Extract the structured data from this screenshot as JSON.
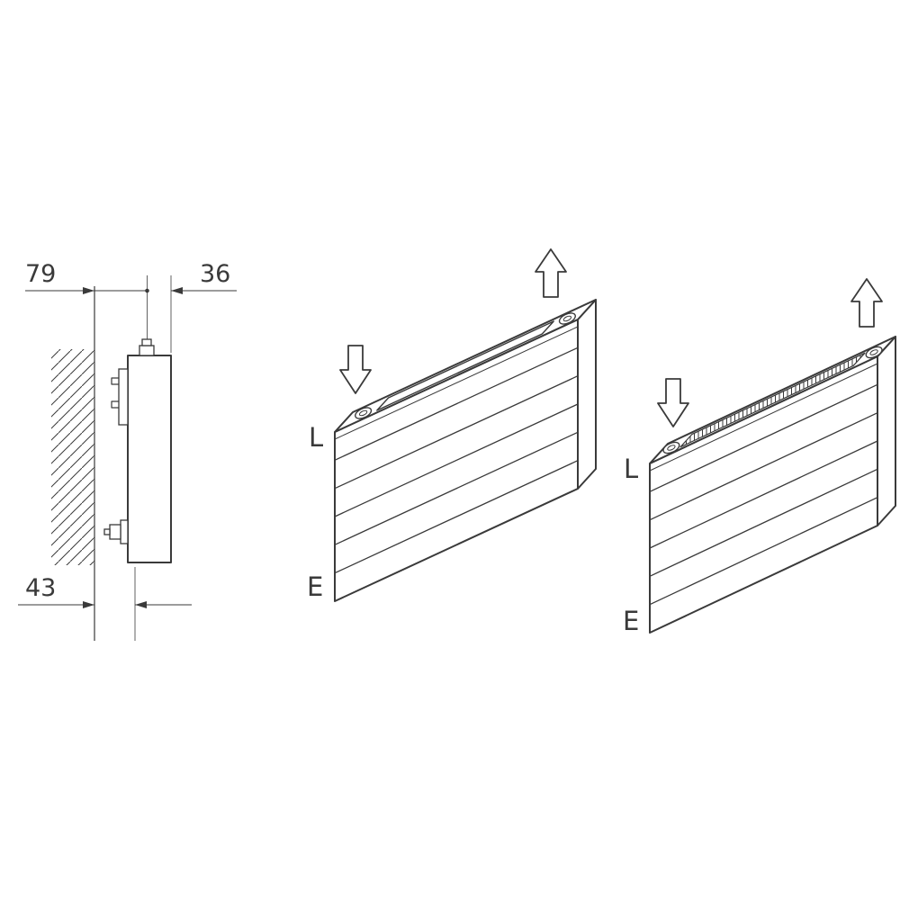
{
  "colors": {
    "line": "#3a3a3a",
    "bg": "#ffffff"
  },
  "side_view": {
    "dim_top_left": "79",
    "dim_top_right": "36",
    "dim_bottom": "43"
  },
  "iso_open": {
    "top_label": "L",
    "bottom_label": "E"
  },
  "iso_grille": {
    "top_label": "L",
    "bottom_label": "E"
  }
}
